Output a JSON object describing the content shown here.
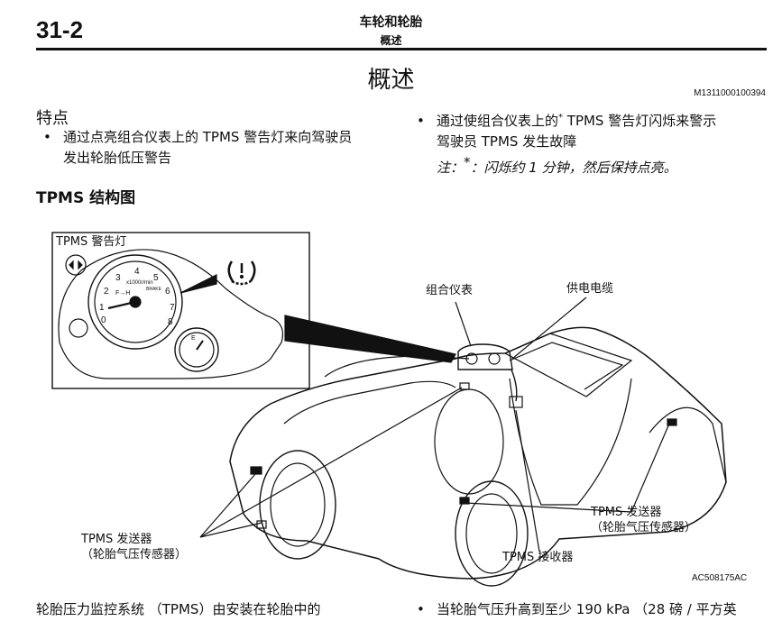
{
  "header": {
    "page_number": "31-2",
    "chapter_title": "车轮和轮胎",
    "chapter_subtitle": "概述"
  },
  "document": {
    "title": "概述",
    "doc_id": "M1311000100394",
    "features_heading": "特点",
    "features_bullet_line1": "通过点亮组合仪表上的 TPMS 警告灯来向驾驶员",
    "features_bullet_line2": "发出轮胎低压警告",
    "right_bullet_line1_a": "通过使组合仪表上的",
    "right_bullet_line1_sup": "*",
    "right_bullet_line1_b": " TPMS 警告灯闪烁来警示",
    "right_bullet_line2": "驾驶员 TPMS 发生故障",
    "note_a": "注：",
    "note_sup": "*",
    "note_b": "：闪烁约 1 分钟，然后保持点亮。",
    "diagram_heading": "TPMS 结构图",
    "bottom_left_text": "轮胎压力监控系统 （TPMS）由安装在轮胎中的",
    "bottom_right_text": "当轮胎气压升高到至少 190 kPa （28 磅 / 平方英"
  },
  "diagram": {
    "inset_label": "TPMS 警告灯",
    "combination_meter": "组合仪表",
    "power_cable": "供电电缆",
    "transmitter_left_line1": "TPMS 发送器",
    "transmitter_left_line2": "（轮胎气压传感器）",
    "transmitter_right_line1": "TPMS 发送器",
    "transmitter_right_line2": "（轮胎气压传感器）",
    "receiver": "TPMS 接收器",
    "figure_id": "AC508175AC",
    "gauge_numbers": [
      "1",
      "2",
      "3",
      "4",
      "5",
      "6",
      "7",
      "8",
      "0"
    ],
    "gauge_unit": "x1000r/min",
    "gauge_brake": "BRAKE",
    "gauge_fh": "F→H",
    "fuel_e": "E"
  }
}
